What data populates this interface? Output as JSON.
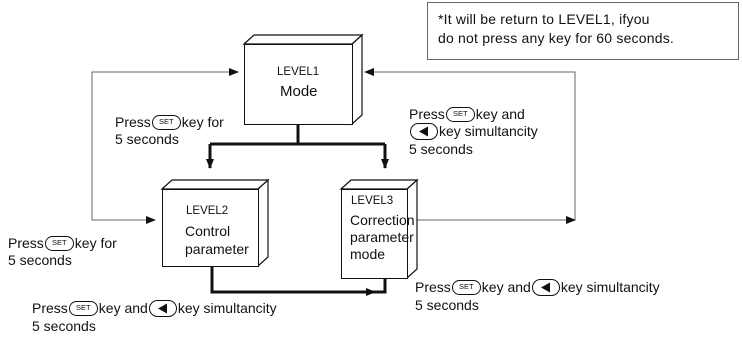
{
  "note": {
    "line1": "*It will be return to LEVEL1, ifyou",
    "line2": "do not press any key for 60 seconds."
  },
  "level1": {
    "level": "LEVEL1",
    "line1": "Mode"
  },
  "level2": {
    "level": "LEVEL2",
    "line1": "Control",
    "line2": "parameter"
  },
  "level3": {
    "level": "LEVEL3",
    "line1": "Correction",
    "line2": "parameter",
    "line3": "mode"
  },
  "keys": {
    "set": "SET"
  },
  "labels": {
    "l1_to_l2": {
      "press": "Press",
      "after": "key for",
      "line2": "5 seconds"
    },
    "l1_to_l3": {
      "press": "Press",
      "after": "key and",
      "line2_after": "key simultancity",
      "line3": "5 seconds"
    },
    "l2_to_l1": {
      "press": "Press",
      "after": "key for",
      "line2": "5 seconds"
    },
    "l3_to_l1": {
      "press": "Press",
      "mid": "key and",
      "after": "key simultancity",
      "line2": "5 seconds"
    },
    "l2_to_l3": {
      "press": "Press",
      "mid": "key and",
      "after": "key simultancity",
      "line2": "5 seconds"
    }
  }
}
